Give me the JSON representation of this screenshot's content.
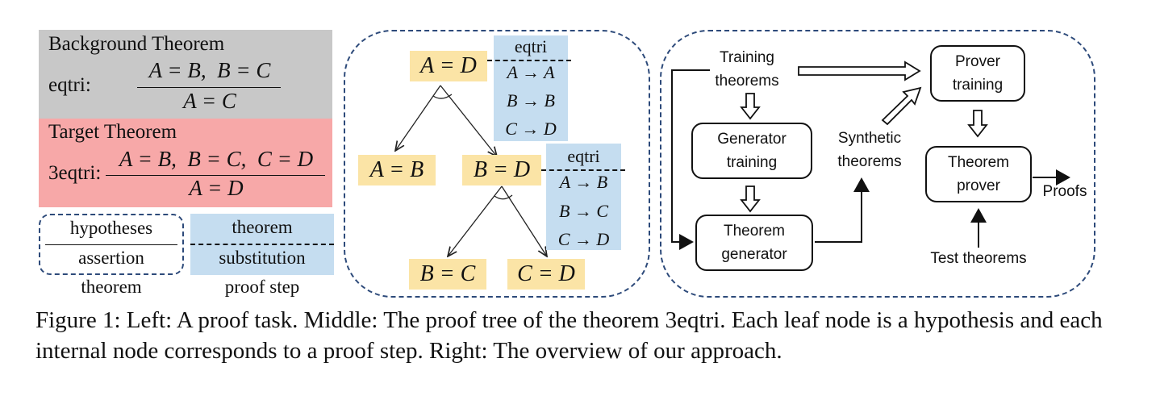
{
  "left": {
    "background_title": "Background Theorem",
    "background_label": "eqtri:",
    "background_hyp": "A = B,  B = C",
    "background_concl": "A = C",
    "target_title": "Target Theorem",
    "target_label": "3eqtri:",
    "target_hyp": "A = B,  B = C,  C = D",
    "target_concl": "A = D",
    "legend_hypotheses": "hypotheses",
    "legend_assertion": "assertion",
    "legend_theorem": "theorem",
    "legend_step_theorem": "theorem",
    "legend_substitution": "substitution",
    "legend_proof_step": "proof step"
  },
  "middle": {
    "root": "A = D",
    "step1_name": "eqtri",
    "step1_subs": [
      "A → A",
      "B → B",
      "C → D"
    ],
    "leaf1": "A = B",
    "inner": "B = D",
    "step2_name": "eqtri",
    "step2_subs": [
      "A → B",
      "B → C",
      "C → D"
    ],
    "leaf2": "B = C",
    "leaf3": "C = D"
  },
  "right": {
    "training_theorems": "Training\ntheorems",
    "generator_training": "Generator\ntraining",
    "theorem_generator": "Theorem\ngenerator",
    "synthetic_theorems": "Synthetic\ntheorems",
    "prover_training": "Prover\ntraining",
    "theorem_prover": "Theorem\nprover",
    "proofs": "Proofs",
    "test_theorems": "Test theorems"
  },
  "caption": "Figure 1:   Left: A proof task. Middle: The proof tree of the theorem 3eqtri. Each leaf node is a hypothesis and each internal node corresponds to a proof step. Right: The overview of our approach.",
  "colors": {
    "gray": "#c8c8c8",
    "pink": "#f7a8a8",
    "blue": "#c5ddf0",
    "yellow": "#fbe4a6",
    "dashed_border": "#2d4a7a"
  }
}
